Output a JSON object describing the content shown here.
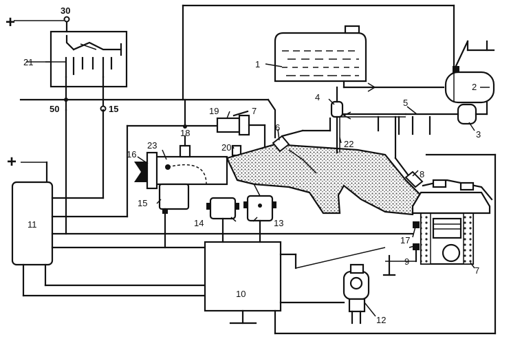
{
  "labels": {
    "plus_top": "+",
    "plus_left": "+",
    "t30": "30",
    "t50": "50",
    "t15": "15",
    "n1": "1",
    "n2": "2",
    "n3": "3",
    "n4": "4",
    "n5": "5",
    "n6": "6",
    "n7a": "7",
    "n7b": "7",
    "n8": "8",
    "n9": "9",
    "n10": "10",
    "n11": "11",
    "n12": "12",
    "n13": "13",
    "n14": "14",
    "n15": "15",
    "n16": "16",
    "n17": "17",
    "n18": "18",
    "n19": "19",
    "n20": "20",
    "n21": "21",
    "n22": "22",
    "n23": "23"
  },
  "colors": {
    "line": "#111111",
    "background": "#ffffff",
    "manifold_fill": "#8a8a8a"
  }
}
